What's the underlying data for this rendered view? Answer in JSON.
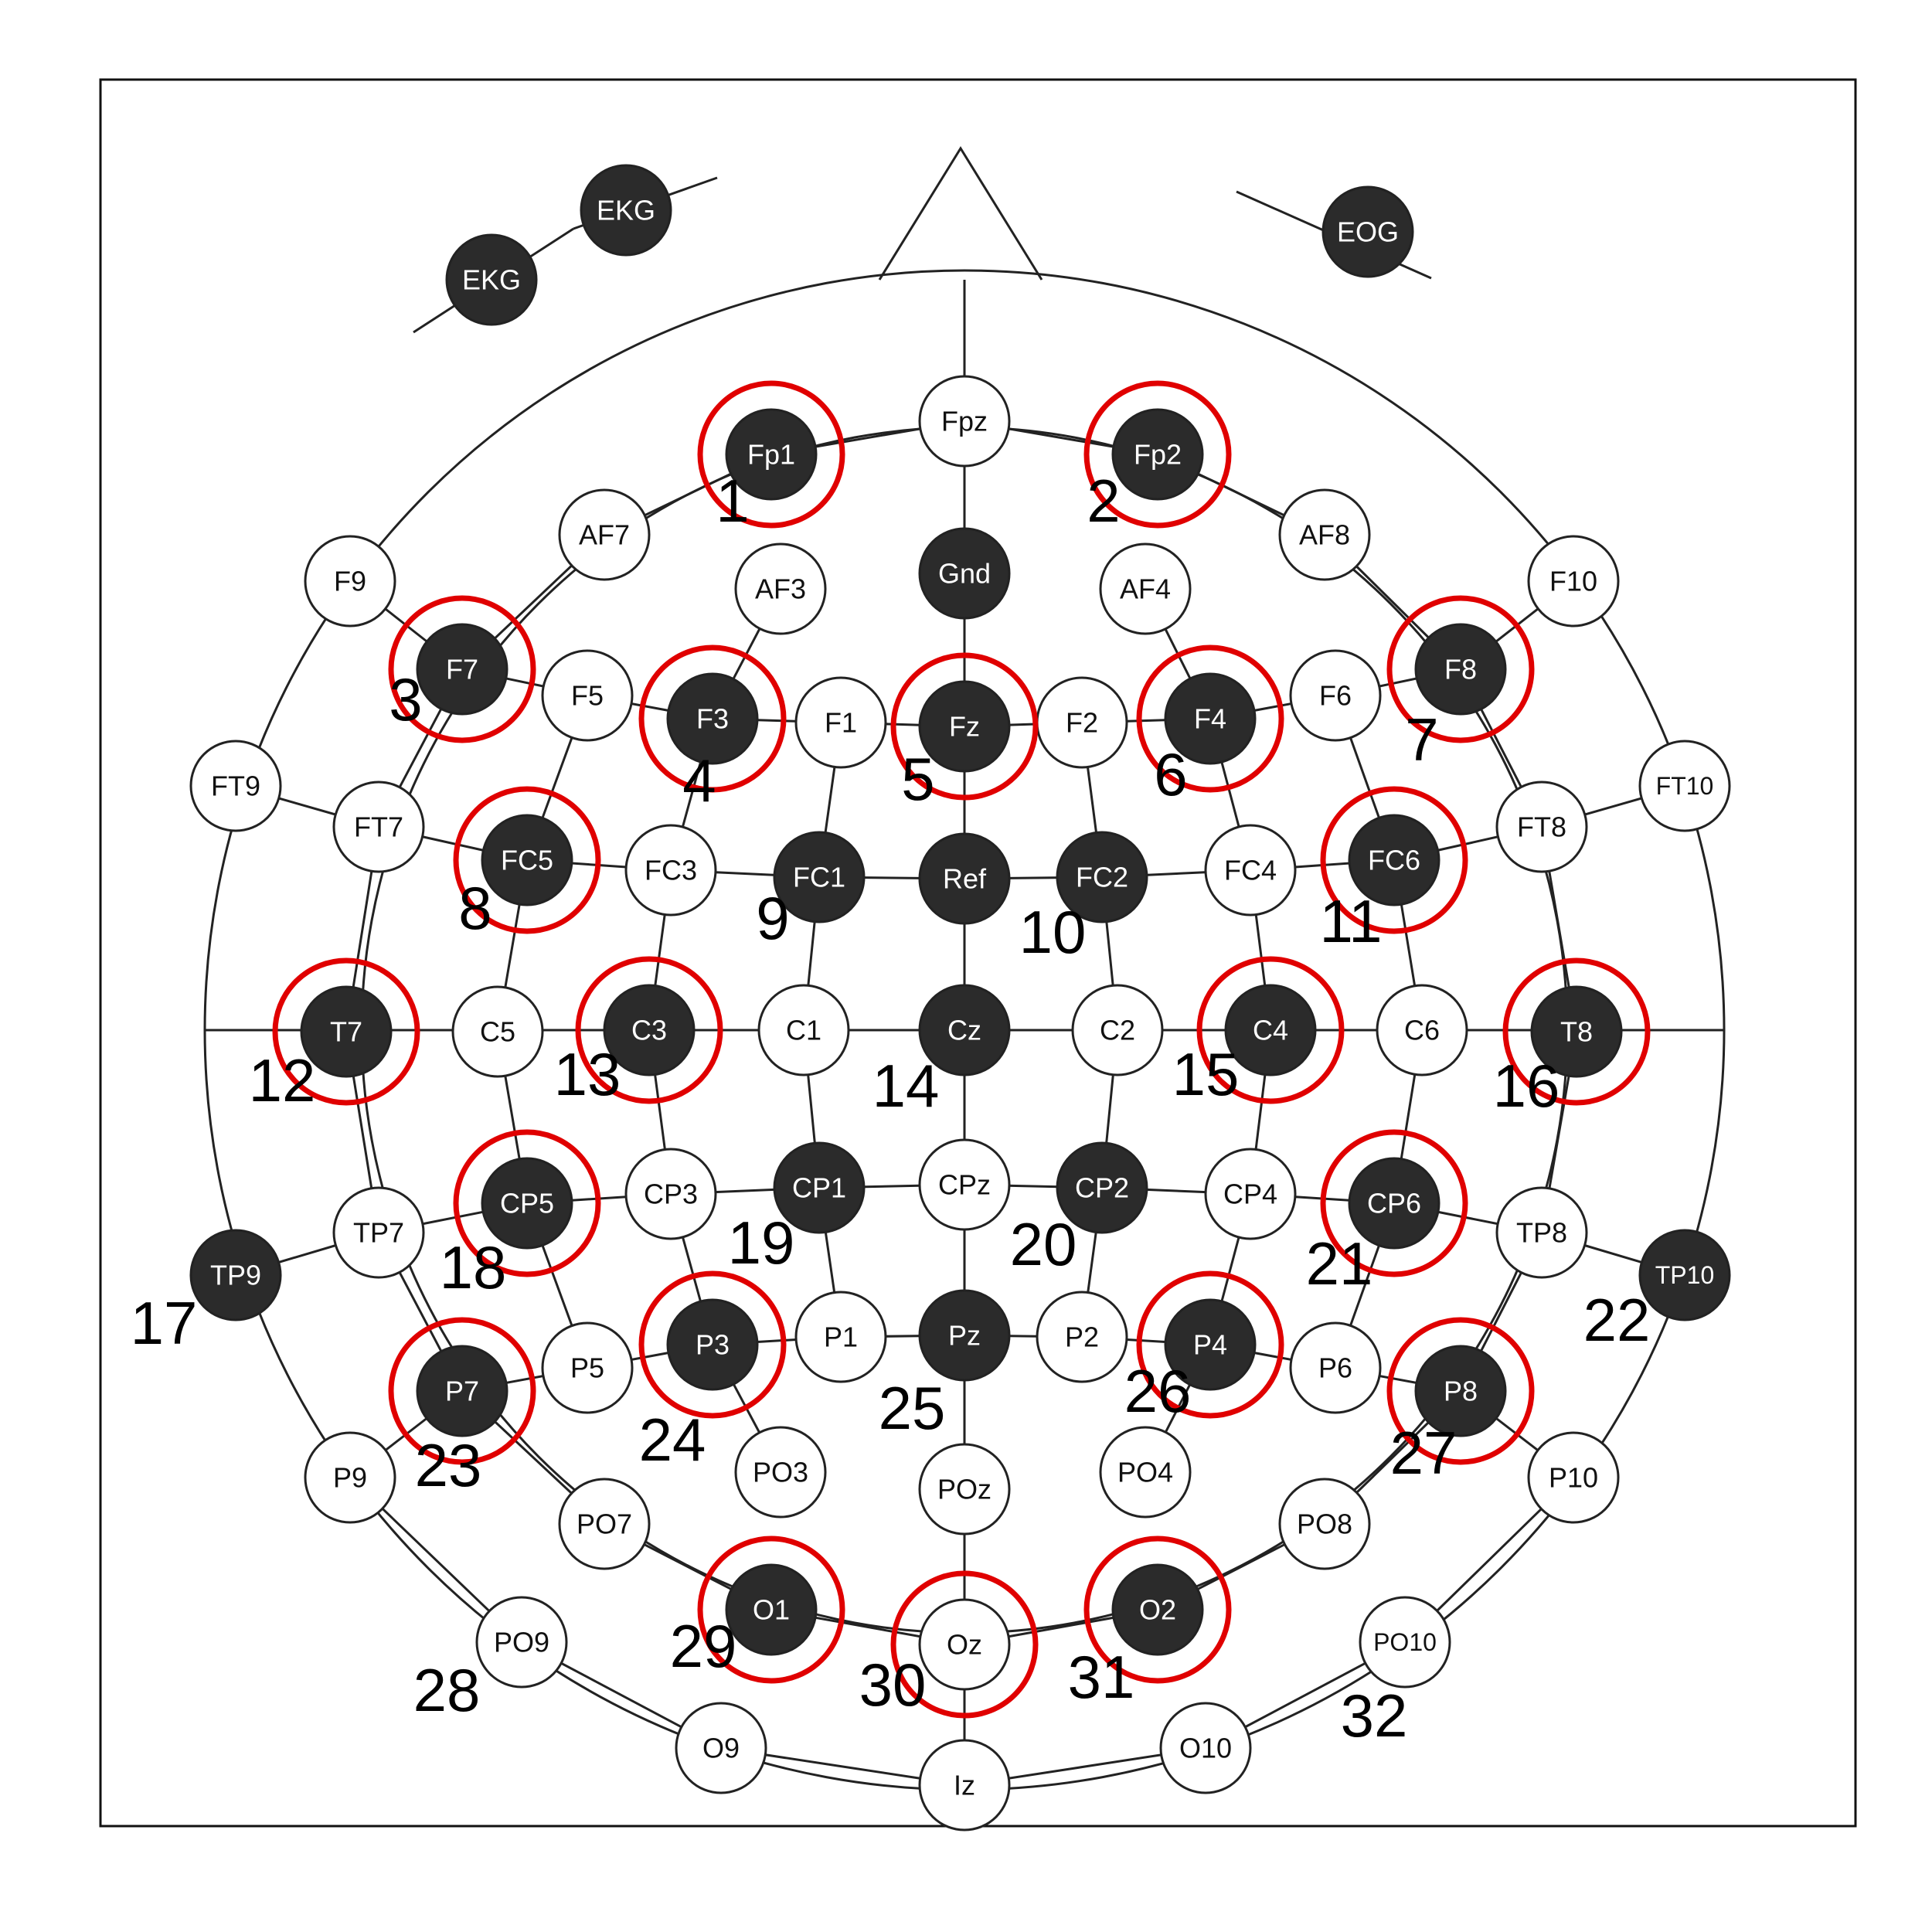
{
  "colors": {
    "filled": "#2b2b2b",
    "open": "#ffffff",
    "highlight": "#e00000",
    "line": "#222222"
  },
  "extra_electrodes": [
    "EKG",
    "EKG",
    "EOG"
  ],
  "electrodes": [
    {
      "label": "Fpz",
      "filled": false
    },
    {
      "label": "Fp1",
      "filled": true,
      "selected": true,
      "number": "1"
    },
    {
      "label": "Fp2",
      "filled": true,
      "selected": true,
      "number": "2"
    },
    {
      "label": "AF7",
      "filled": false
    },
    {
      "label": "AF8",
      "filled": false
    },
    {
      "label": "AF3",
      "filled": false
    },
    {
      "label": "AF4",
      "filled": false
    },
    {
      "label": "Gnd",
      "filled": true
    },
    {
      "label": "F9",
      "filled": false
    },
    {
      "label": "F10",
      "filled": false
    },
    {
      "label": "F7",
      "filled": true,
      "selected": true,
      "number": "3"
    },
    {
      "label": "F5",
      "filled": false
    },
    {
      "label": "F3",
      "filled": true,
      "selected": true,
      "number": "4"
    },
    {
      "label": "F1",
      "filled": false
    },
    {
      "label": "Fz",
      "filled": true,
      "selected": true,
      "number": "5"
    },
    {
      "label": "F2",
      "filled": false
    },
    {
      "label": "F4",
      "filled": true,
      "selected": true,
      "number": "6"
    },
    {
      "label": "F6",
      "filled": false
    },
    {
      "label": "F8",
      "filled": true,
      "selected": true,
      "number": "7"
    },
    {
      "label": "FT9",
      "filled": false
    },
    {
      "label": "FT7",
      "filled": false
    },
    {
      "label": "FC5",
      "filled": true,
      "selected": true,
      "number": "8"
    },
    {
      "label": "FC3",
      "filled": false
    },
    {
      "label": "FC1",
      "filled": true,
      "number": "9"
    },
    {
      "label": "Ref",
      "filled": true
    },
    {
      "label": "FC2",
      "filled": true,
      "number": "10"
    },
    {
      "label": "FC4",
      "filled": false
    },
    {
      "label": "FC6",
      "filled": true,
      "selected": true,
      "number": "11"
    },
    {
      "label": "FT8",
      "filled": false
    },
    {
      "label": "FT10",
      "filled": false
    },
    {
      "label": "T7",
      "filled": true,
      "selected": true,
      "number": "12"
    },
    {
      "label": "C5",
      "filled": false
    },
    {
      "label": "C3",
      "filled": true,
      "selected": true,
      "number": "13"
    },
    {
      "label": "C1",
      "filled": false
    },
    {
      "label": "Cz",
      "filled": true,
      "number": "14"
    },
    {
      "label": "C2",
      "filled": false
    },
    {
      "label": "C4",
      "filled": true,
      "selected": true,
      "number": "15"
    },
    {
      "label": "C6",
      "filled": false
    },
    {
      "label": "T8",
      "filled": true,
      "selected": true,
      "number": "16"
    },
    {
      "label": "TP9",
      "filled": true,
      "number": "17"
    },
    {
      "label": "TP7",
      "filled": false
    },
    {
      "label": "CP5",
      "filled": true,
      "selected": true,
      "number": "18"
    },
    {
      "label": "CP3",
      "filled": false
    },
    {
      "label": "CP1",
      "filled": true,
      "number": "19"
    },
    {
      "label": "CPz",
      "filled": false
    },
    {
      "label": "CP2",
      "filled": true,
      "number": "20"
    },
    {
      "label": "CP4",
      "filled": false
    },
    {
      "label": "CP6",
      "filled": true,
      "selected": true,
      "number": "21"
    },
    {
      "label": "TP8",
      "filled": false
    },
    {
      "label": "TP10",
      "filled": true,
      "number": "22"
    },
    {
      "label": "P7",
      "filled": true,
      "selected": true,
      "number": "23"
    },
    {
      "label": "P5",
      "filled": false
    },
    {
      "label": "P3",
      "filled": true,
      "selected": true,
      "number": "24"
    },
    {
      "label": "P1",
      "filled": false
    },
    {
      "label": "Pz",
      "filled": true,
      "number": "25"
    },
    {
      "label": "P2",
      "filled": false
    },
    {
      "label": "P4",
      "filled": true,
      "selected": true,
      "number": "26"
    },
    {
      "label": "P6",
      "filled": false
    },
    {
      "label": "P8",
      "filled": true,
      "selected": true,
      "number": "27"
    },
    {
      "label": "P9",
      "filled": false
    },
    {
      "label": "P10",
      "filled": false
    },
    {
      "label": "PO7",
      "filled": false
    },
    {
      "label": "PO3",
      "filled": false
    },
    {
      "label": "POz",
      "filled": false
    },
    {
      "label": "PO4",
      "filled": false
    },
    {
      "label": "PO8",
      "filled": false
    },
    {
      "label": "PO9",
      "filled": false,
      "number": "28"
    },
    {
      "label": "O1",
      "filled": true,
      "selected": true,
      "number": "29"
    },
    {
      "label": "Oz",
      "filled": false,
      "selected": true,
      "number": "30"
    },
    {
      "label": "O2",
      "filled": true,
      "selected": true,
      "number": "31"
    },
    {
      "label": "PO10",
      "filled": false,
      "number": "32"
    },
    {
      "label": "O9",
      "filled": false
    },
    {
      "label": "Iz",
      "filled": false
    },
    {
      "label": "O10",
      "filled": false
    }
  ]
}
